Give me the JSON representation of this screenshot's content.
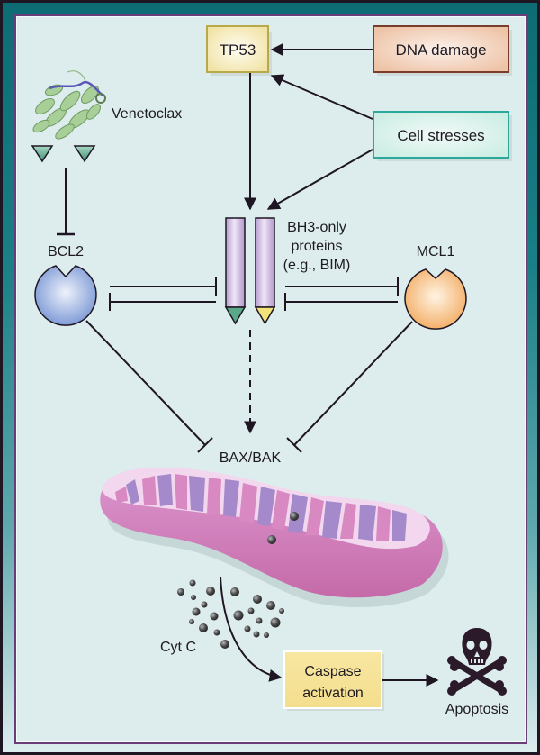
{
  "diagram": {
    "title": "BCL2 apoptosis pathway and venetoclax mechanism",
    "nodes": {
      "tp53": {
        "label": "TP53",
        "fill": "#f1e7b4",
        "border": "#b8a949"
      },
      "dna_damage": {
        "label": "DNA damage",
        "fill": "#efcfb7",
        "border": "#7a3d2a"
      },
      "cell_stresses": {
        "label": "Cell stresses",
        "fill": "#d6efe8",
        "border": "#2aa99a"
      },
      "venetoclax": {
        "label": "Venetoclax"
      },
      "bcl2": {
        "label": "BCL2",
        "fill": "#8ea7dd"
      },
      "bh3": {
        "label_line1": "BH3-only",
        "label_line2": "proteins",
        "label_line3": "(e.g., BIM)",
        "fill": "#c8b0dc"
      },
      "mcl1": {
        "label": "MCL1",
        "fill": "#f5b877"
      },
      "bax_bak": {
        "label": "BAX/BAK"
      },
      "cyt_c": {
        "label": "Cyt C"
      },
      "caspase": {
        "label_line1": "Caspase",
        "label_line2": "activation",
        "fill": "#f6e39a"
      },
      "apoptosis": {
        "label": "Apoptosis"
      }
    },
    "edges": [
      {
        "from": "DNA damage",
        "to": "TP53",
        "type": "activation"
      },
      {
        "from": "Cell stresses",
        "to": "TP53",
        "type": "activation"
      },
      {
        "from": "Cell stresses",
        "to": "BH3-only proteins",
        "type": "activation"
      },
      {
        "from": "TP53",
        "to": "BH3-only proteins",
        "type": "activation"
      },
      {
        "from": "Venetoclax",
        "to": "BCL2",
        "type": "inhibition"
      },
      {
        "from": "BCL2",
        "to": "BH3-only proteins",
        "type": "inhibition"
      },
      {
        "from": "BH3-only proteins",
        "to": "BCL2",
        "type": "inhibition"
      },
      {
        "from": "MCL1",
        "to": "BH3-only proteins",
        "type": "inhibition"
      },
      {
        "from": "BH3-only proteins",
        "to": "MCL1",
        "type": "inhibition"
      },
      {
        "from": "BCL2",
        "to": "BAX/BAK",
        "type": "inhibition"
      },
      {
        "from": "MCL1",
        "to": "BAX/BAK",
        "type": "inhibition"
      },
      {
        "from": "BH3-only proteins",
        "to": "BAX/BAK",
        "type": "activation-dashed"
      },
      {
        "from": "Cyt C",
        "to": "Caspase activation",
        "type": "activation"
      },
      {
        "from": "Caspase activation",
        "to": "Apoptosis",
        "type": "activation"
      }
    ]
  }
}
